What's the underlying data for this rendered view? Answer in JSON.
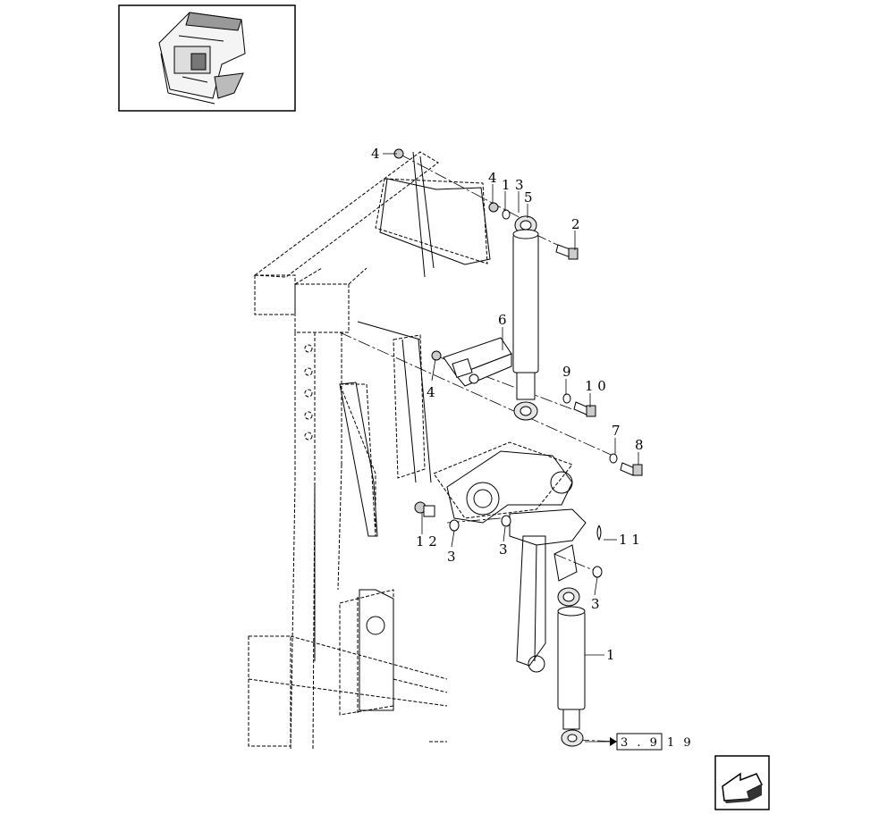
{
  "figure": {
    "callouts": {
      "c4a": "4",
      "c4b": "4",
      "c1a": "1",
      "c3a": "3",
      "c5": "5",
      "c2": "2",
      "c6": "6",
      "c4c": "4",
      "c9": "9",
      "c10": "1 0",
      "c7": "7",
      "c8": "8",
      "c12": "1 2",
      "c3b": "3",
      "c3c": "3",
      "c11": "1 1",
      "c3d": "3",
      "c1b": "1"
    },
    "reference": {
      "box": "3 . 9",
      "suffix": "1 9"
    }
  },
  "nav": {
    "back_icon": "return-arrow-icon"
  },
  "thumbnail": {
    "icon": "machine-overview-icon"
  },
  "colors": {
    "line": "#000000",
    "background": "#ffffff",
    "shade": "#e8e8e8",
    "dark": "#333333"
  }
}
